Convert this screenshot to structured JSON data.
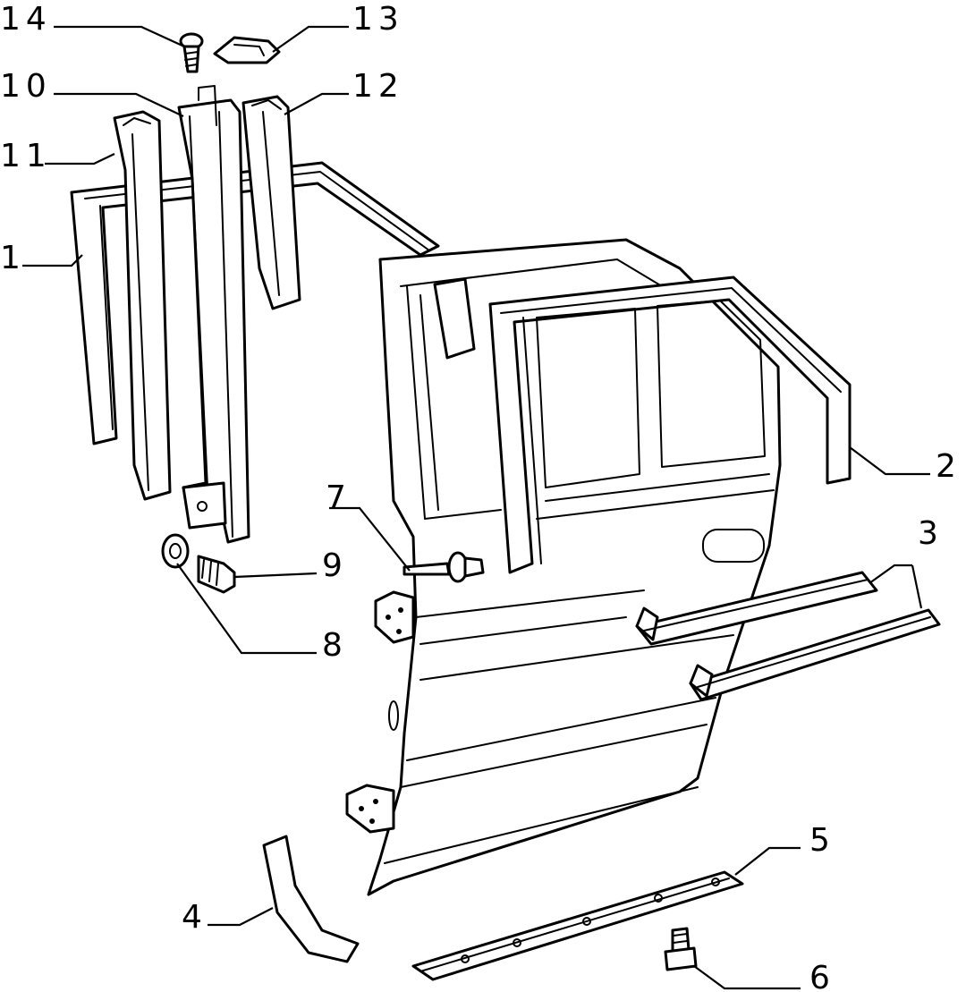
{
  "diagram": {
    "callouts": [
      {
        "id": "14",
        "text": "14"
      },
      {
        "id": "13",
        "text": "13"
      },
      {
        "id": "10",
        "text": "10"
      },
      {
        "id": "12",
        "text": "12"
      },
      {
        "id": "11",
        "text": "11"
      },
      {
        "id": "1",
        "text": "1"
      },
      {
        "id": "2",
        "text": "2"
      },
      {
        "id": "3",
        "text": "3"
      },
      {
        "id": "7",
        "text": "7"
      },
      {
        "id": "9",
        "text": "9"
      },
      {
        "id": "8",
        "text": "8"
      },
      {
        "id": "4",
        "text": "4"
      },
      {
        "id": "5",
        "text": "5"
      },
      {
        "id": "6",
        "text": "6"
      }
    ],
    "colors": {
      "ink": "#000000",
      "paper": "#ffffff"
    }
  }
}
